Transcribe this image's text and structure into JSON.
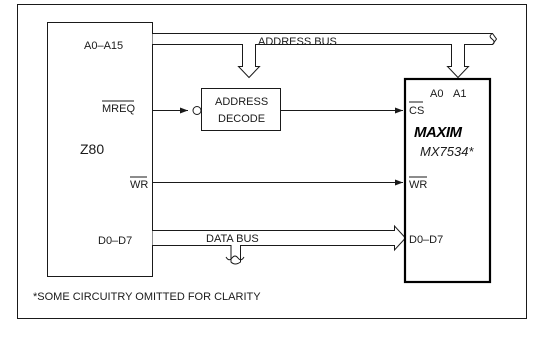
{
  "z80": {
    "name": "Z80",
    "pins": {
      "address": "A0–A15",
      "mreq": "MREQ",
      "wr": "WR",
      "data": "D0–D7"
    }
  },
  "buses": {
    "address_bus": "ADDRESS BUS",
    "data_bus": "DATA BUS"
  },
  "decoder": {
    "line1": "ADDRESS",
    "line2": "DECODE"
  },
  "dac": {
    "brand": "MAXIM",
    "part": "MX7534*",
    "pins": {
      "a0": "A0",
      "a1": "A1",
      "cs": "CS",
      "wr": "WR",
      "data": "D0–D7"
    }
  },
  "footnote": "*SOME CIRCUITRY OMITTED FOR CLARITY"
}
